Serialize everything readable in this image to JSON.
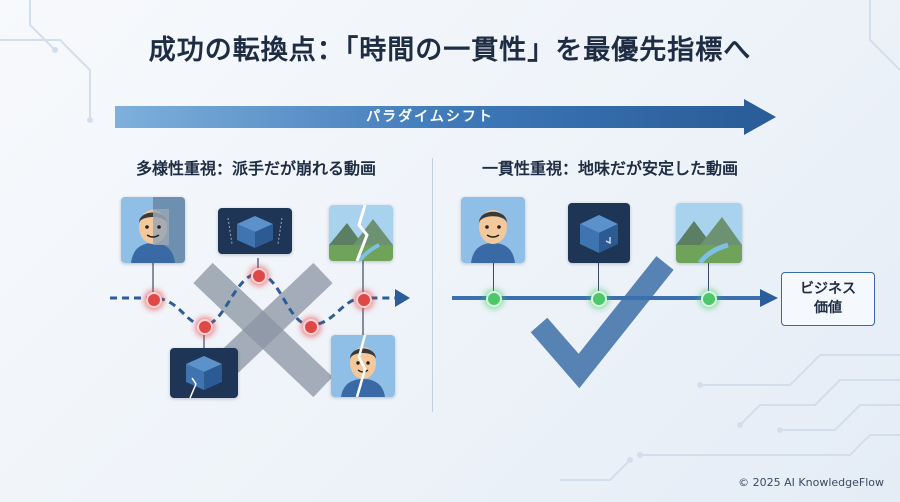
{
  "title": "成功の転換点：「時間の一貫性」を最優先指標へ",
  "paradigm_shift_label": "パラダイムシフト",
  "left_section": {
    "label": "多様性重視：派手だが崩れる動画"
  },
  "right_section": {
    "label": "一貫性重視：地味だが安定した動画"
  },
  "business_value": {
    "line1": "ビジネス",
    "line2": "価値"
  },
  "copyright": "© 2025 AI KnowledgeFlow",
  "colors": {
    "accent_blue": "#2a5d9a",
    "bad_red": "#e04848",
    "good_green": "#4cc86a",
    "x_mark_gray": "#8a95a3"
  },
  "icons": [
    "person-icon",
    "box-icon",
    "landscape-icon",
    "x-mark-icon",
    "check-mark-icon"
  ]
}
